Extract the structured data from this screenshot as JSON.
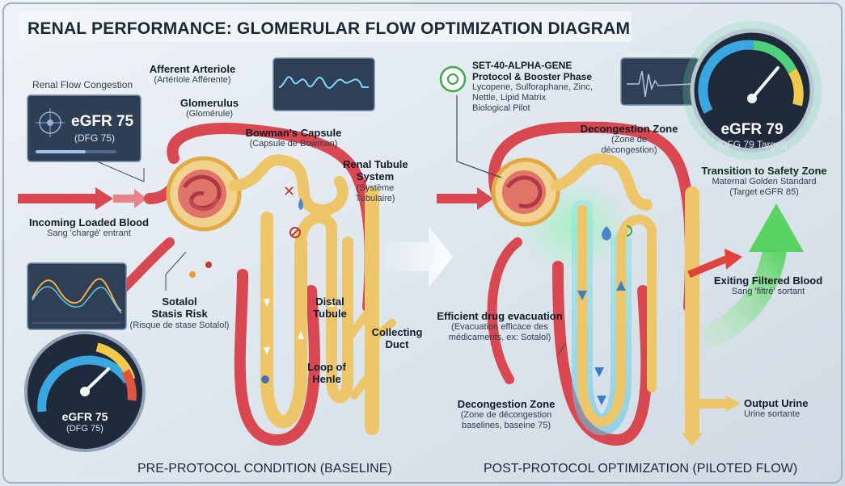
{
  "title": "RENAL PERFORMANCE: GLOMERULAR FLOW OPTIMIZATION DIAGRAM",
  "left_panel": {
    "caption": "PRE-PROTOCOL CONDITION (BASELINE)",
    "flow_congestion_label": "Renal Flow Congestion",
    "monitor_value": "eGFR 75",
    "monitor_sub": "(DFG 75)",
    "gauge_value": "eGFR 75",
    "gauge_sub": "(DFG 75)",
    "labels": {
      "afferent": [
        "Afferent Arteriole",
        "(Artériole Afférente)"
      ],
      "glomerulus": [
        "Glomerulus",
        "(Glomérule)"
      ],
      "bowman": [
        "Bowman's Capsule",
        "(Capsule de Bowman)"
      ],
      "tubule_system": [
        "Renal Tubule",
        "System",
        "(Système",
        "Tubulaire)"
      ],
      "incoming": [
        "Incoming Loaded Blood",
        "Sang 'chargé' entrant"
      ],
      "sotalol": [
        "Sotalol",
        "Stasis Risk",
        "(Risque de stase Sotalol)"
      ],
      "distal": [
        "Distal",
        "Tubule"
      ],
      "collecting": [
        "Collecting",
        "Duct"
      ],
      "henle": [
        "Loop of",
        "Henle"
      ]
    }
  },
  "right_panel": {
    "caption": "POST-PROTOCOL OPTIMIZATION (PILOTED FLOW)",
    "protocol_title": [
      "SET-40-ALPHA-GENE",
      "Protocol & Booster Phase"
    ],
    "protocol_body": [
      "Lycopene, Sulforaphane, Zinc,",
      "Nettle, Lipid Matrix",
      "Biological Pilot"
    ],
    "gauge_value": "eGFR 79",
    "gauge_sub": "(DFG 79 Target)",
    "labels": {
      "decongestion_top": [
        "Decongestion Zone",
        "(Zone de",
        "décongestion)"
      ],
      "safety": [
        "Transition to Safety Zone",
        "Maternal Golden Standard",
        "(Target eGFR 85)"
      ],
      "exiting": [
        "Exiting Filtered Blood",
        "Sang 'filtré' sortant"
      ],
      "evacuation": [
        "Efficient drug evacuation",
        "(Evacuation efficace des",
        "médicaments, ex: Sotalol)"
      ],
      "decongestion_bottom": [
        "Decongestion Zone",
        "(Zone de décongestion",
        "baselines, baseine 75)"
      ],
      "output": [
        "Output Urine",
        "Urine sortante"
      ]
    }
  },
  "colors": {
    "blood_red": "#d94750",
    "tubule_yellow": "#eec66a",
    "arrow_green": "#5bd45f",
    "screen_dark": "#2d3e55",
    "background": "#dde6ee"
  }
}
